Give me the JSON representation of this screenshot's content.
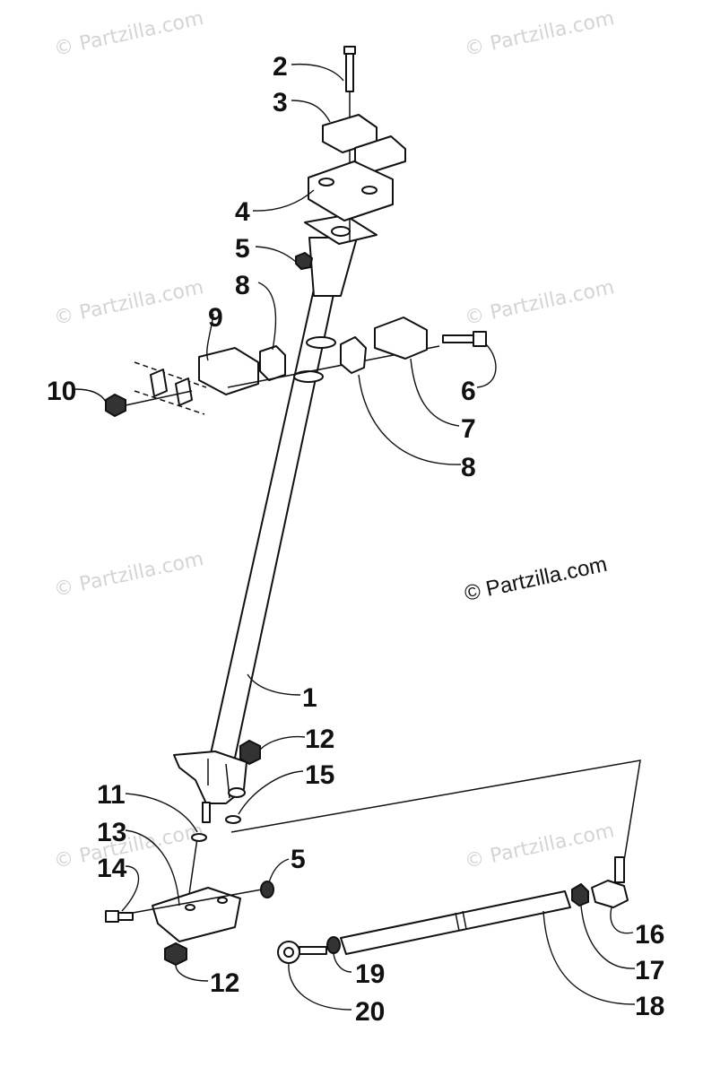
{
  "watermark": "© Partzilla.com",
  "copyright": "© Partzilla.com",
  "callouts": {
    "c2": "2",
    "c3": "3",
    "c4": "4",
    "c5a": "5",
    "c8a": "8",
    "c9": "9",
    "c10": "10",
    "c6": "6",
    "c7": "7",
    "c8b": "8",
    "c1": "1",
    "c12a": "12",
    "c15": "15",
    "c11": "11",
    "c13": "13",
    "c5b": "5",
    "c14": "14",
    "c12b": "12",
    "c16": "16",
    "c17": "17",
    "c18": "18",
    "c19": "19",
    "c20": "20"
  }
}
